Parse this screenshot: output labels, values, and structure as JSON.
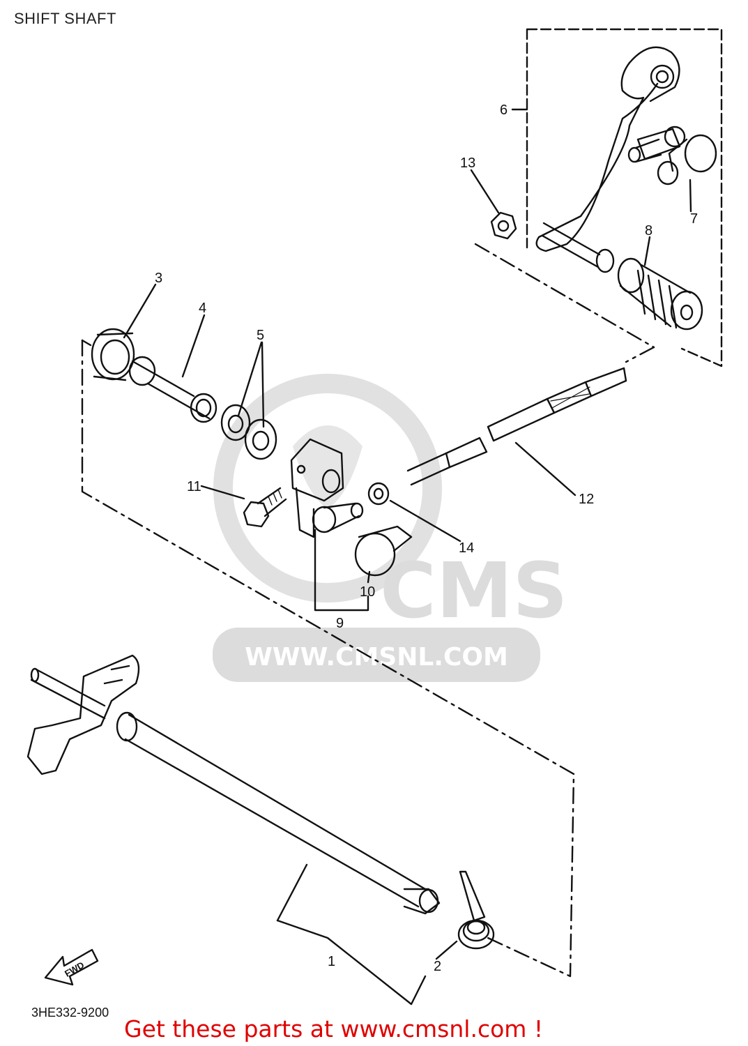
{
  "title": "SHIFT SHAFT",
  "callouts": [
    "1",
    "2",
    "3",
    "4",
    "5",
    "6",
    "7",
    "8",
    "9",
    "10",
    "11",
    "12",
    "13",
    "14"
  ],
  "diagram_code": "3HE332-9200",
  "fwd_label": "FWD",
  "watermark": {
    "brand": "CMS",
    "url": "WWW.CMSNL.COM"
  },
  "footer_cta": "Get these parts at www.cmsnl.com !"
}
